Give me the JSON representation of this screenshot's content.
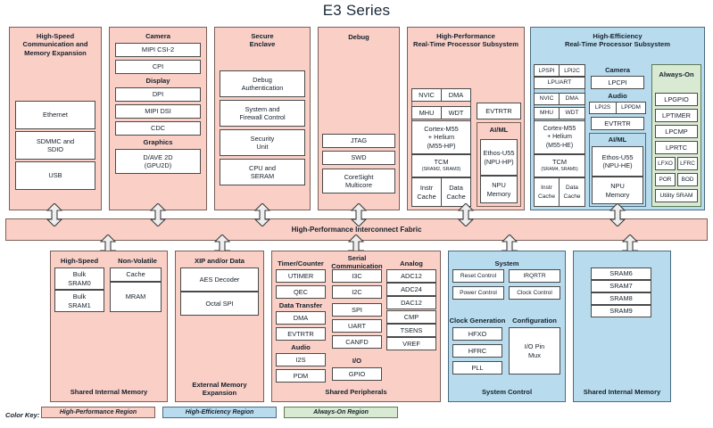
{
  "page": {
    "title": "E3 Series",
    "bus_label": "High-Performance Interconnect Fabric"
  },
  "colors": {
    "high_performance_region": "#f9cfc6",
    "high_efficiency_region": "#b8dcee",
    "always_on_region": "#d9ead3",
    "leaf_fill": "#ffffff",
    "page_background": "#ffffff",
    "text": "#15202b"
  },
  "top_row": {
    "high_speed_comm": {
      "header": "High-Speed\nCommunication and\nMemory Expansion",
      "items": [
        "Ethernet",
        "SDMMC and\nSDIO",
        "USB"
      ]
    },
    "camera_display_graphics": {
      "groups": [
        {
          "header": "Camera",
          "items": [
            "MIPI CSI-2",
            "CPI"
          ]
        },
        {
          "header": "Display",
          "items": [
            "DPI",
            "MIPI DSI",
            "CDC"
          ]
        },
        {
          "header": "Graphics",
          "items": [
            "D/AVE 2D\n(GPU2D)"
          ]
        }
      ]
    },
    "secure_enclave": {
      "header": "Secure\nEnclave",
      "items": [
        "Debug\nAuthentication",
        "System and\nFirewall Control",
        "Security\nUnit",
        "CPU and\nSERAM"
      ]
    },
    "debug": {
      "header": "Debug",
      "items": [
        "JTAG",
        "SWD",
        "CoreSight\nMulticore"
      ]
    },
    "hp_rt_subsystem": {
      "header": "High-Performance\nReal-Time Processor Subsystem",
      "core_group": {
        "row1": [
          "NVIC",
          "DMA"
        ],
        "row2": [
          "MHU",
          "WDT"
        ],
        "cpu": "Cortex-M55\n+ Helium\n(M55-HP)",
        "tcm_title": "TCM",
        "tcm_sub": "(SRAM2, SRAM3)",
        "caches": [
          "Instr\nCache",
          "Data\nCache"
        ]
      },
      "evtrtr": "EVTRTR",
      "aiml": {
        "header": "AI/ML",
        "items": [
          "Ethos-U55\n(NPU-HP)",
          "NPU\nMemory"
        ]
      }
    },
    "he_rt_subsystem": {
      "header": "High-Efficiency\nReal-Time Processor Subsystem",
      "core_group": {
        "row1": [
          "LPSPI",
          "LPI2C"
        ],
        "lpuart": "LPUART",
        "row2": [
          "NVIC",
          "DMA"
        ],
        "row3": [
          "MHU",
          "WDT"
        ],
        "cpu": "Cortex-M55\n+ Helium\n(M55-HE)",
        "tcm_title": "TCM",
        "tcm_sub": "(SRAM4, SRAM5)",
        "caches": [
          "Instr\nCache",
          "Data\nCache"
        ]
      },
      "middle": {
        "camera_header": "Camera",
        "camera_item": "LPCPI",
        "audio_header": "Audio",
        "audio_items": [
          "LPI2S",
          "LPPDM"
        ],
        "evtrtr": "EVTRTR",
        "aiml_header": "AI/ML",
        "aiml_items": [
          "Ethos-U55\n(NPU-HE)",
          "NPU\nMemory"
        ]
      },
      "always_on": {
        "header": "Always-On",
        "items": [
          "LPGPIO",
          "LPTIMER",
          "LPCMP",
          "LPRTC"
        ],
        "pairs": [
          [
            "LFXO",
            "LFRC"
          ],
          [
            "POR",
            "BOD"
          ]
        ],
        "last": "Utility SRAM"
      }
    }
  },
  "bottom_row": {
    "shared_internal_memory_hp": {
      "footer": "Shared Internal Memory",
      "groups": [
        {
          "header": "High-Speed",
          "items": [
            "Bulk\nSRAM0",
            "Bulk\nSRAM1"
          ]
        },
        {
          "header": "Non-Volatile",
          "items": [
            "Cache",
            "MRAM"
          ]
        }
      ]
    },
    "external_memory_expansion": {
      "header": "XIP and/or Data",
      "footer": "External Memory\nExpansion",
      "items": [
        "AES Decoder",
        "Octal SPI"
      ]
    },
    "shared_peripherals": {
      "footer": "Shared Peripherals",
      "col1": [
        {
          "header": "Timer/Counter",
          "items": [
            "UTIMER",
            "QEC"
          ]
        },
        {
          "header": "Data Transfer",
          "items": [
            "DMA",
            "EVTRTR"
          ]
        },
        {
          "header": "Audio",
          "items": [
            "I2S",
            "PDM"
          ]
        }
      ],
      "col2": [
        {
          "header": "Serial\nCommunication",
          "items": [
            "I3C",
            "I2C",
            "SPI",
            "UART",
            "CANFD"
          ]
        },
        {
          "header": "I/O",
          "items": [
            "GPIO"
          ]
        }
      ],
      "col3": [
        {
          "header": "Analog",
          "items": [
            "ADC12",
            "ADC24",
            "DAC12",
            "CMP",
            "TSENS",
            "VREF"
          ]
        }
      ]
    },
    "system_control": {
      "footer": "System Control",
      "system_header": "System",
      "system_items": [
        "Reset Control",
        "IRQRTR",
        "Power Control",
        "Clock Control"
      ],
      "clockgen_header": "Clock Generation",
      "clockgen_items": [
        "HFXO",
        "HFRC",
        "PLL"
      ],
      "config_header": "Configuration",
      "config_item": "I/O Pin\nMux"
    },
    "shared_internal_memory_he": {
      "footer": "Shared Internal Memory",
      "items": [
        "SRAM6",
        "SRAM7",
        "SRAM8",
        "SRAM9"
      ]
    }
  },
  "color_key": {
    "label": "Color Key:",
    "chips": [
      {
        "text": "High-Performance Region",
        "color": "#f9cfc6"
      },
      {
        "text": "High-Efficiency Region",
        "color": "#b8dcee"
      },
      {
        "text": "Always-On Region",
        "color": "#d9ead3"
      }
    ]
  }
}
